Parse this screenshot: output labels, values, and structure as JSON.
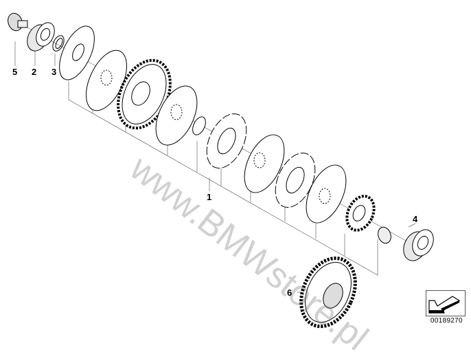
{
  "diagram": {
    "part_labels": {
      "p1": "1",
      "p2": "2",
      "p3": "3",
      "p4": "4",
      "p5": "5",
      "p6": "6"
    },
    "diagram_code": "00189270",
    "watermark": "www.BMWstore.pl",
    "nav_icon": "arrow-back-icon"
  }
}
